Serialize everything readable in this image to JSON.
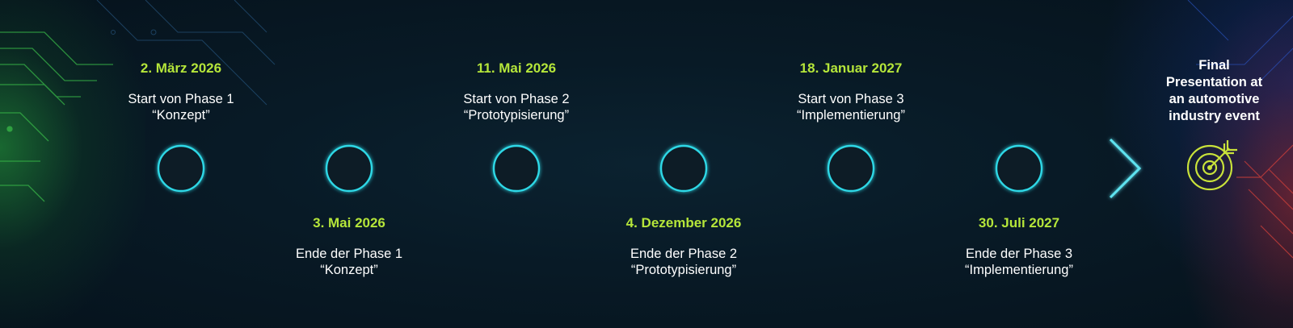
{
  "milestones": [
    {
      "date": "2. März 2026",
      "line1": "Start von Phase 1",
      "line2": "“Konzept”",
      "position": "above"
    },
    {
      "date": "3. Mai 2026",
      "line1": "Ende der Phase 1",
      "line2": "“Konzept”",
      "position": "below"
    },
    {
      "date": "11. Mai 2026",
      "line1": "Start von Phase 2",
      "line2": "“Prototypisierung”",
      "position": "above"
    },
    {
      "date": "4. Dezember 2026",
      "line1": "Ende der Phase 2",
      "line2": "“Prototypisierung”",
      "position": "below"
    },
    {
      "date": "18. Januar 2027",
      "line1": "Start von Phase 3",
      "line2": "“Implementierung”",
      "position": "above"
    },
    {
      "date": "30. Juli 2027",
      "line1": "Ende der Phase 3",
      "line2": "“Implementierung”",
      "position": "below"
    }
  ],
  "final": {
    "lines": [
      "Final",
      "Presentation at",
      "an automotive",
      "industry event"
    ],
    "icon": "target-arrow-icon"
  },
  "colors": {
    "date": "#b5e63a",
    "text": "#ffffff",
    "node_stroke": "#2fd8e6",
    "node_fill": "#0a1c28",
    "track": "#5fe3f0",
    "icon": "#c9e23a"
  }
}
